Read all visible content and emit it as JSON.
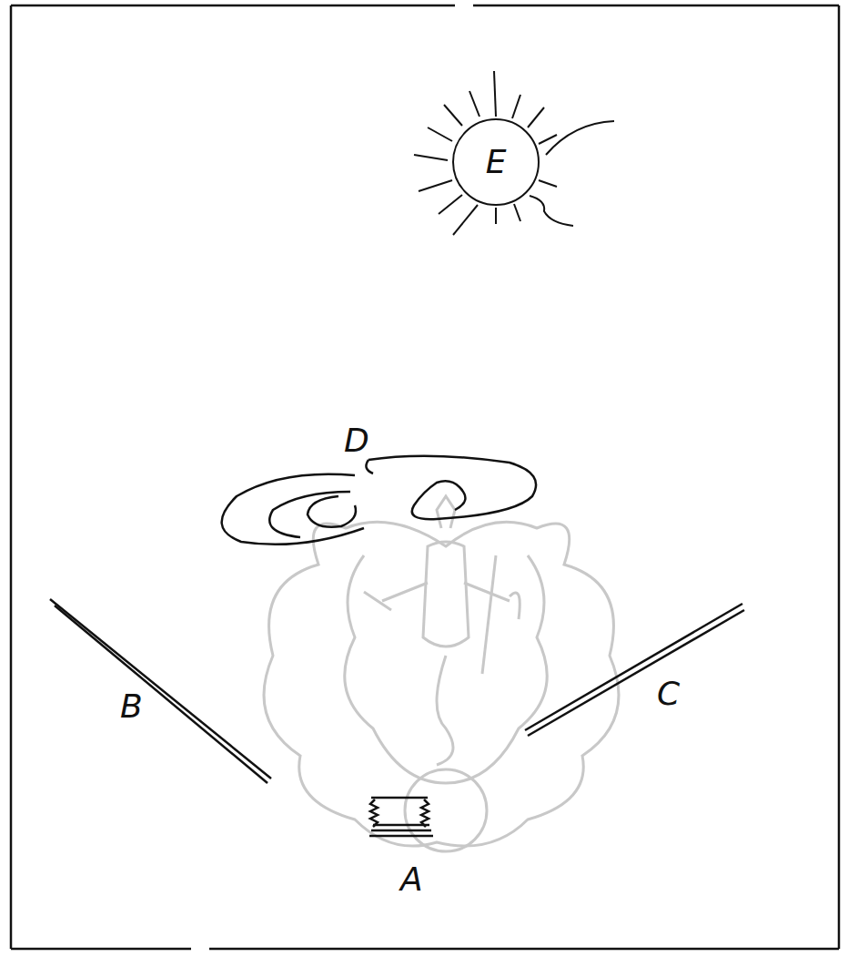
{
  "diagram": {
    "nodes": [
      {
        "text": [
          "E"
        ]
      }
    ],
    "labels": [
      "D",
      "B",
      "C",
      "A"
    ]
  }
}
